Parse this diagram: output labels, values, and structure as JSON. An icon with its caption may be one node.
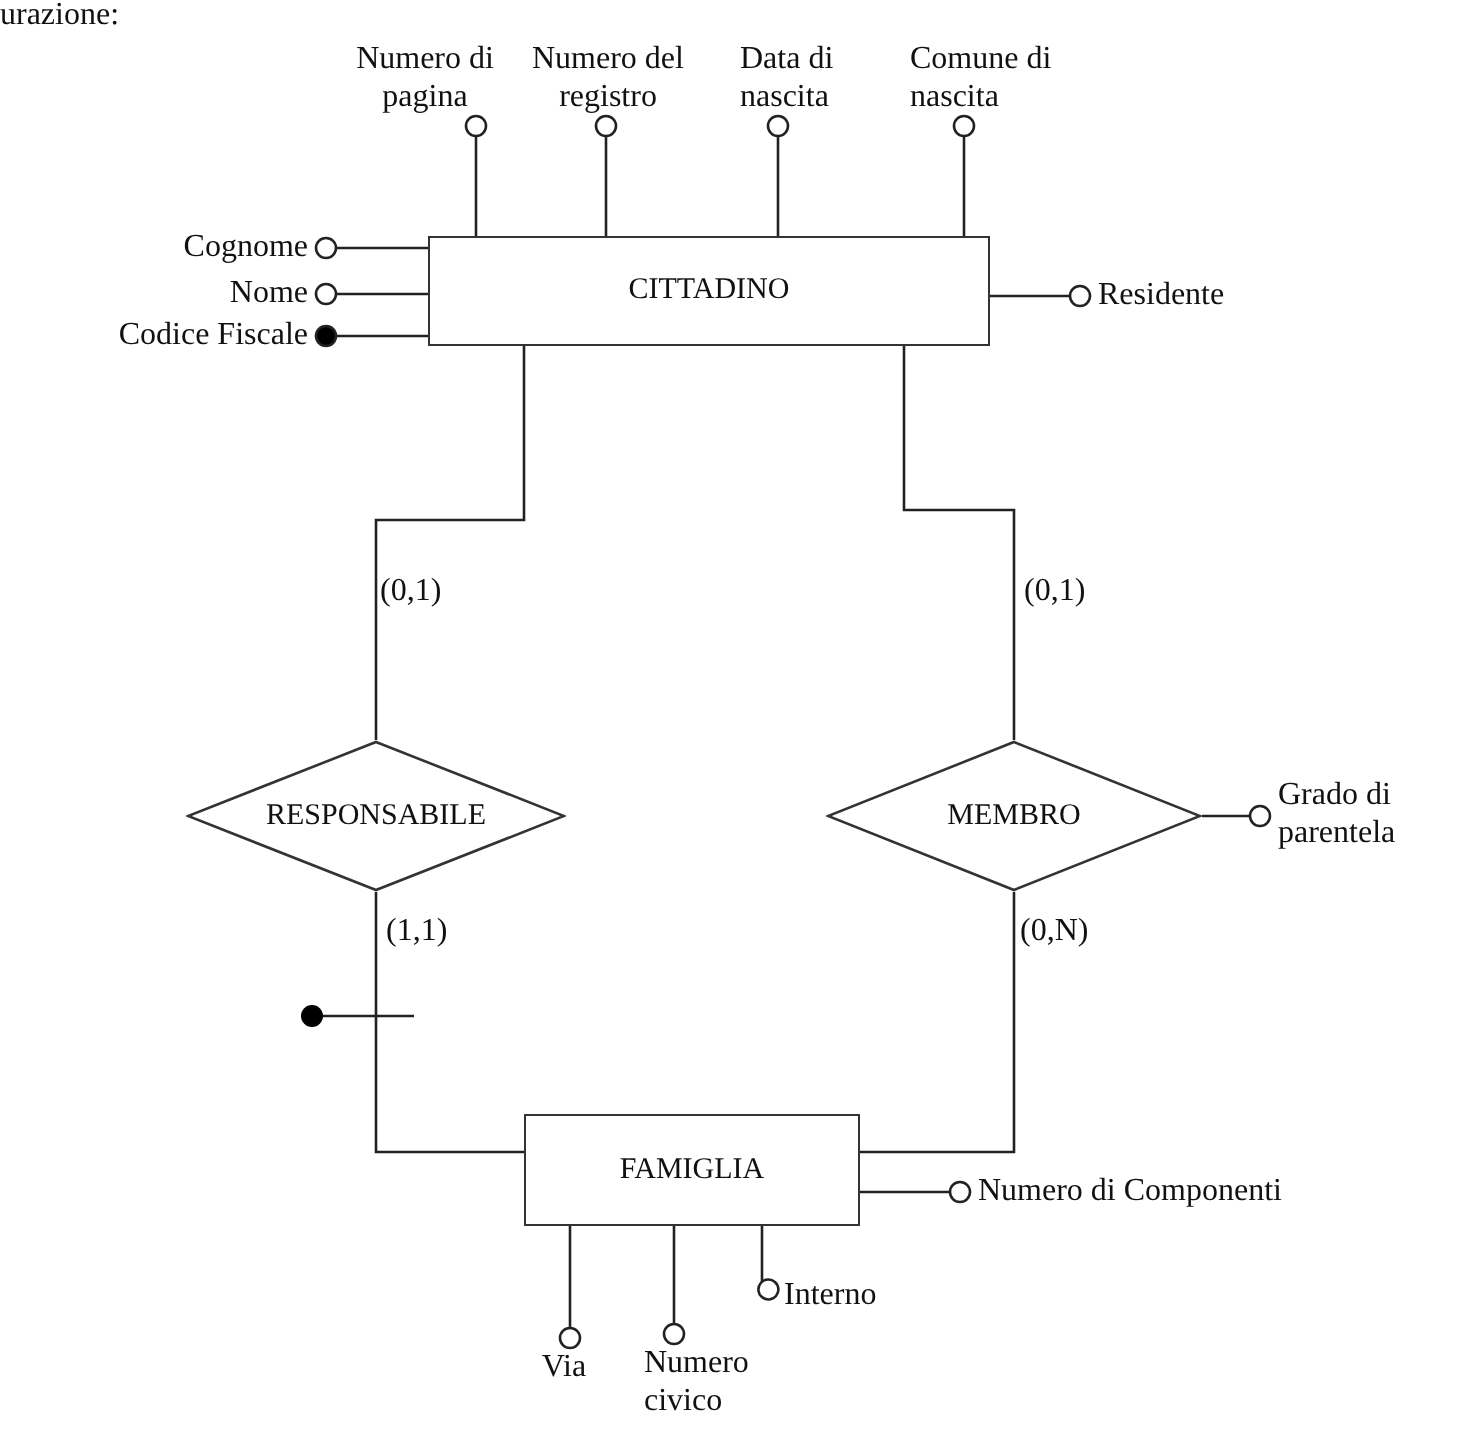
{
  "diagram": {
    "nodes": [
      {
        "text": [
          "Numero di pagina"
        ]
      },
      {
        "text": [
          "Numero del registro"
        ]
      },
      {
        "text": [
          "Data di nascita"
        ]
      },
      {
        "text": [
          "Comune di nascita"
        ]
      },
      {
        "text": [
          "Cognome"
        ]
      },
      {
        "text": [
          "Nome"
        ]
      },
      {
        "text": [
          "Codice Fiscale"
        ]
      },
      {
        "text": [
          "CITTADINO"
        ]
      },
      {
        "text": [
          "Residente"
        ]
      },
      {
        "text": [
          "RESPONSABILE"
        ]
      },
      {
        "text": [
          "MEMBRO"
        ]
      },
      {
        "text": [
          "Grado di parentela"
        ]
      },
      {
        "text": [
          "FAMIGLIA"
        ]
      },
      {
        "text": [
          "Numero di Componenti"
        ]
      },
      {
        "text": [
          "Interno"
        ]
      },
      {
        "text": [
          "Via"
        ]
      },
      {
        "text": [
          "Numero civico"
        ]
      }
    ],
    "edges": [
      {
        "from": 7,
        "to": 0,
        "arrow": "other"
      },
      {
        "from": 7,
        "to": 1,
        "arrow": "other"
      },
      {
        "from": 7,
        "to": 2,
        "arrow": "other"
      },
      {
        "from": 7,
        "to": 3,
        "arrow": "other"
      },
      {
        "from": 7,
        "to": 4,
        "arrow": "other"
      },
      {
        "from": 7,
        "to": 5,
        "arrow": "other"
      },
      {
        "from": 7,
        "to": 6,
        "arrow": "other"
      },
      {
        "from": 7,
        "to": 8,
        "arrow": "other"
      },
      {
        "from": 7,
        "to": 9,
        "arrow": "none",
        "label": "(0,1)"
      },
      {
        "from": 7,
        "to": 10,
        "arrow": "none",
        "label": "(0,1)"
      },
      {
        "from": 9,
        "to": 12,
        "arrow": "none",
        "label": "(1,1)"
      },
      {
        "from": 10,
        "to": 12,
        "arrow": "none",
        "label": "(0,N)"
      },
      {
        "from": 10,
        "to": 11,
        "arrow": "other"
      },
      {
        "from": 12,
        "to": 13,
        "arrow": "other"
      },
      {
        "from": 12,
        "to": 14,
        "arrow": "other"
      },
      {
        "from": 12,
        "to": 15,
        "arrow": "other"
      },
      {
        "from": 12,
        "to": 16,
        "arrow": "other"
      }
    ],
    "labels": [
      "urazione:"
    ]
  }
}
